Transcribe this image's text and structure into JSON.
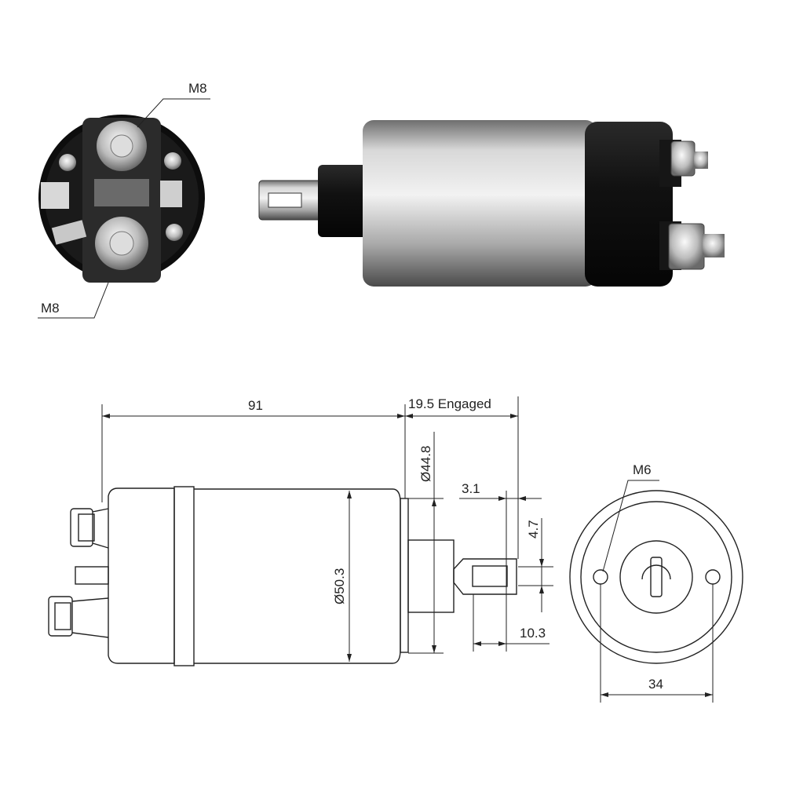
{
  "photo_end_view": {
    "label_top": "M8",
    "label_bottom": "M8"
  },
  "drawing": {
    "length_body": "91",
    "plunger_travel": "19.5 Engaged",
    "flange_diameter": "Ø44.8",
    "body_diameter": "Ø50.3",
    "tab_hole_offset": "3.1",
    "tab_width": "4.7",
    "tab_length": "10.3"
  },
  "end_view": {
    "thread_label": "M6",
    "hole_spacing": "34"
  },
  "colors": {
    "line": "#222222",
    "body_photo": "#b8b8b8",
    "cap_photo": "#151515"
  }
}
